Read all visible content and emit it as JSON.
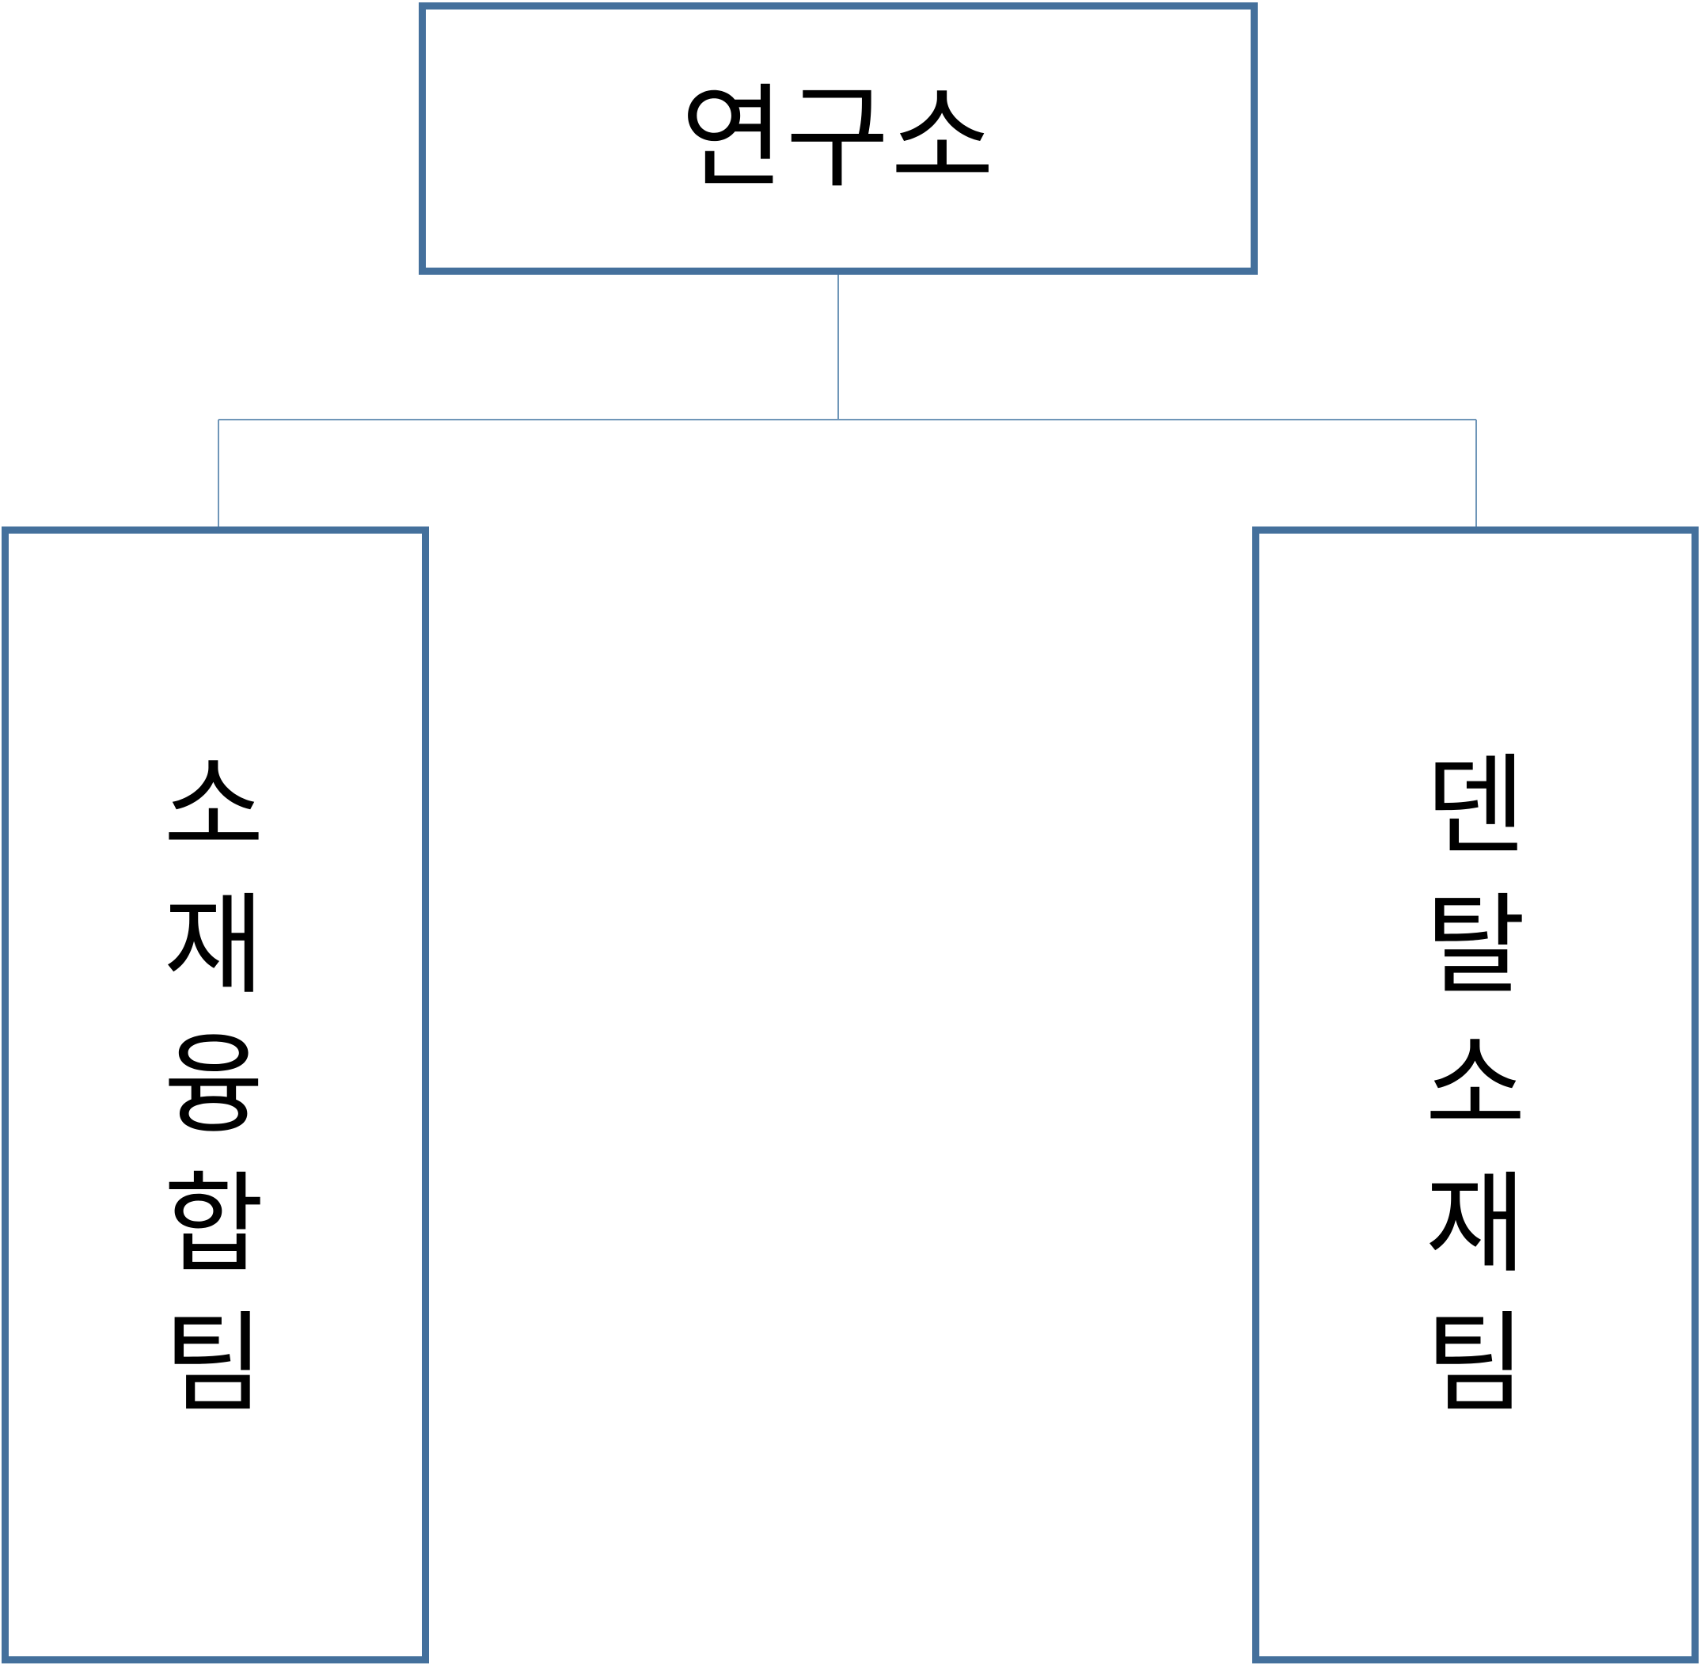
{
  "diagram": {
    "root": {
      "label": "연구소"
    },
    "children": [
      {
        "label": "소재융합팀",
        "chars": [
          "소",
          "재",
          "융",
          "합",
          "팀"
        ]
      },
      {
        "label": "덴탈소재팀",
        "chars": [
          "덴",
          "탈",
          "소",
          "재",
          "팀"
        ]
      }
    ]
  },
  "colors": {
    "box_border": "#44709c",
    "connector": "#6f96b8",
    "text": "#000000"
  }
}
